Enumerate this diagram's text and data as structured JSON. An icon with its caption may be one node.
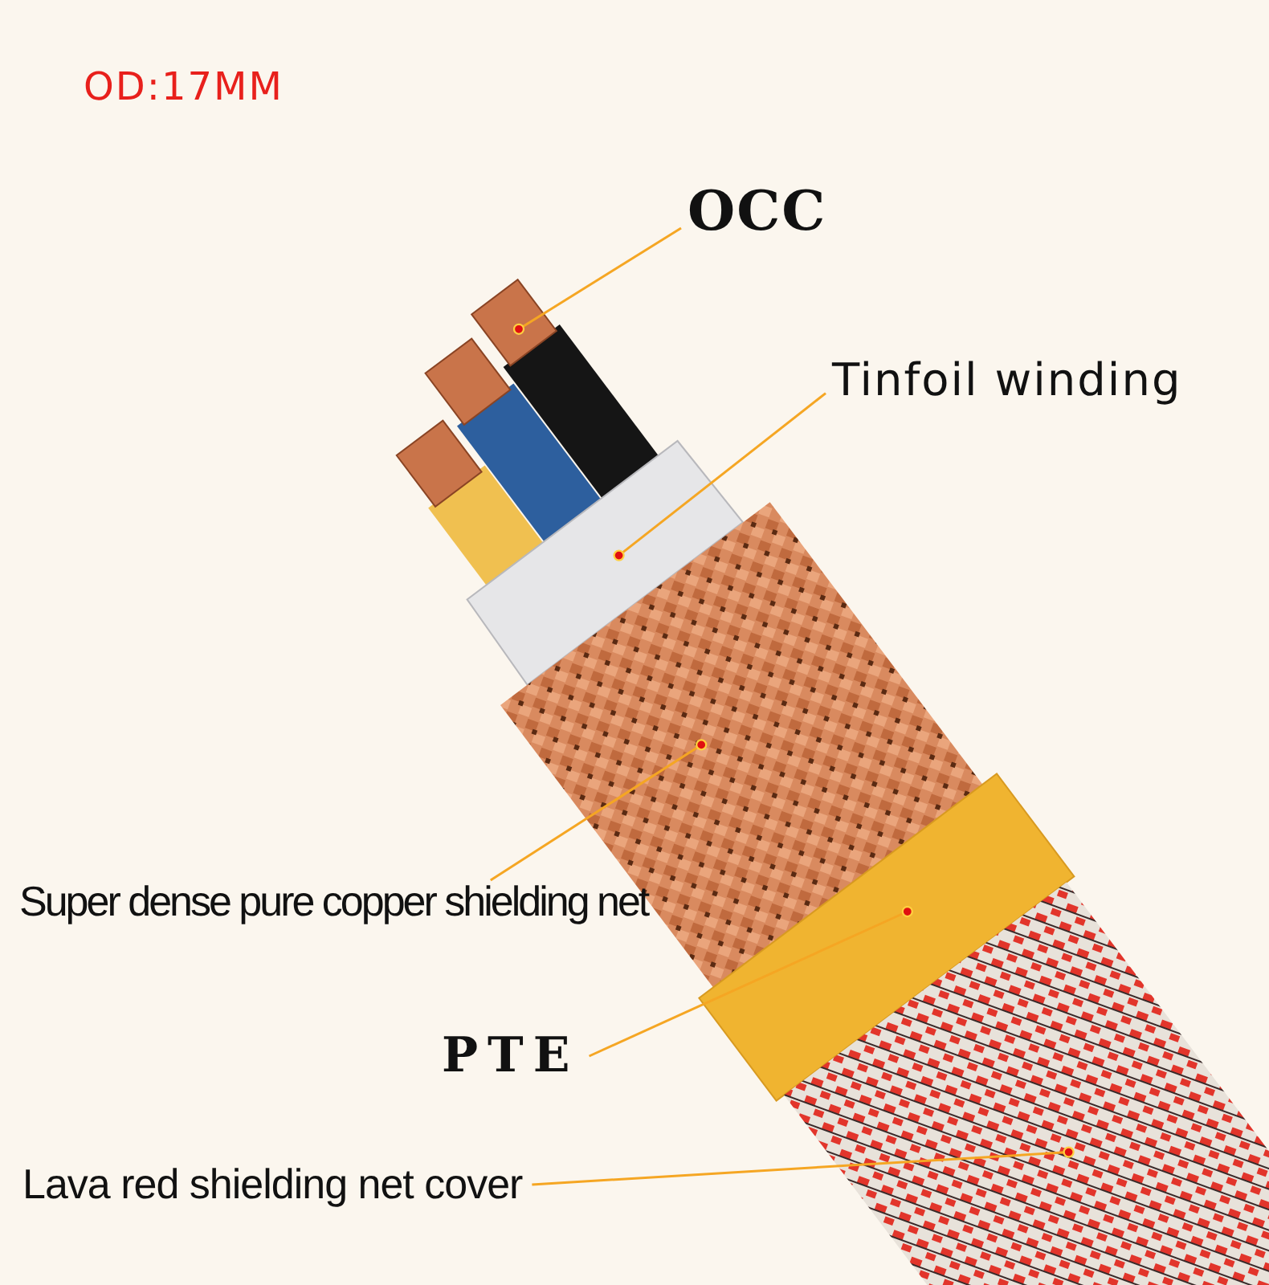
{
  "diagram": {
    "nodes": [
      {
        "text": [
          "OCC"
        ]
      },
      {
        "text": [],
        "shape": "picture"
      },
      {
        "text": [
          "Tinfoil winding"
        ]
      },
      {
        "text": [],
        "shape": "picture"
      },
      {
        "text": [
          "Super dense pure copper shielding net"
        ]
      },
      {
        "text": [],
        "shape": "picture"
      },
      {
        "text": [
          "PTE"
        ]
      },
      {
        "text": [],
        "shape": "picture"
      },
      {
        "text": [
          "Lava red shielding net cover"
        ]
      },
      {
        "text": [],
        "shape": "picture"
      }
    ],
    "edges": [
      {
        "from": 0,
        "to": 1,
        "arrow": "other"
      },
      {
        "from": 2,
        "to": 3,
        "arrow": "other"
      },
      {
        "from": 4,
        "to": 5,
        "arrow": "other"
      },
      {
        "from": 6,
        "to": 7,
        "arrow": "other"
      },
      {
        "from": 8,
        "to": 9,
        "arrow": "other"
      }
    ],
    "labels": [
      "OD:17MM"
    ]
  }
}
